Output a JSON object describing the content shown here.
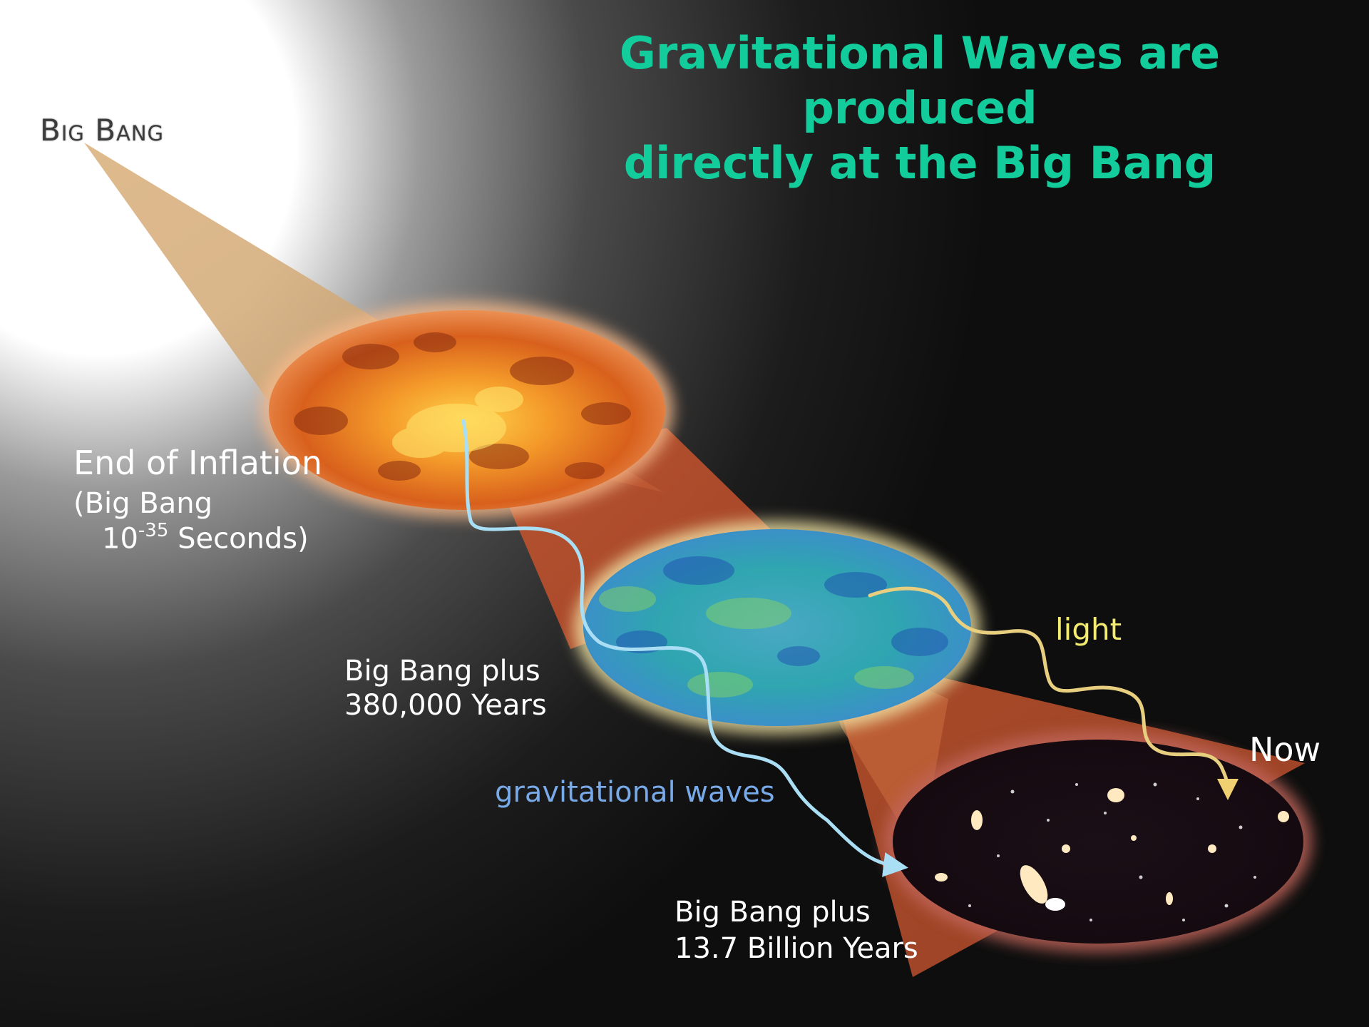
{
  "title": {
    "line1": "Gravitational Waves are",
    "line2": "produced",
    "line3": "directly at the Big Bang"
  },
  "labels": {
    "big_bang": "Big Bang",
    "inflation_title": "End of Inflation",
    "inflation_line2": "(Big Bang",
    "inflation_base": "10",
    "inflation_exp": "-35",
    "inflation_unit": " Seconds)",
    "cmb_line1": "Big Bang plus",
    "cmb_line2": "380,000 Years",
    "now_line1": "Big Bang plus",
    "now_line2": "13.7 Billion Years",
    "gw": "gravitational waves",
    "light": "light",
    "now": "Now"
  },
  "colors": {
    "title": "#13cc9c",
    "gw": "#78aaea",
    "light": "#f4ec70",
    "text": "#ffffff"
  }
}
